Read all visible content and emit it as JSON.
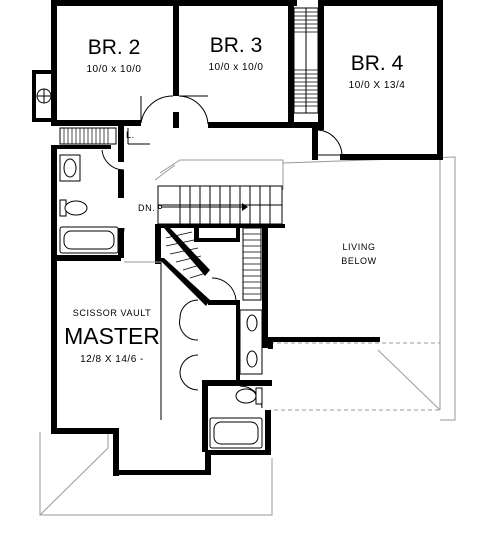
{
  "rooms": {
    "br2": {
      "name": "BR. 2",
      "dims": "10/0 x 10/0"
    },
    "br3": {
      "name": "BR. 3",
      "dims": "10/0 x 10/0"
    },
    "br4": {
      "name": "BR. 4",
      "dims": "10/0 X 13/4"
    },
    "master": {
      "vault": "SCISSOR VAULT",
      "name": "MASTER",
      "dims": "12/8 X 14/6 -"
    },
    "living": {
      "line1": "LIVING",
      "line2": "BELOW"
    }
  },
  "labels": {
    "linen": "L.",
    "stair_dn": "DN."
  }
}
